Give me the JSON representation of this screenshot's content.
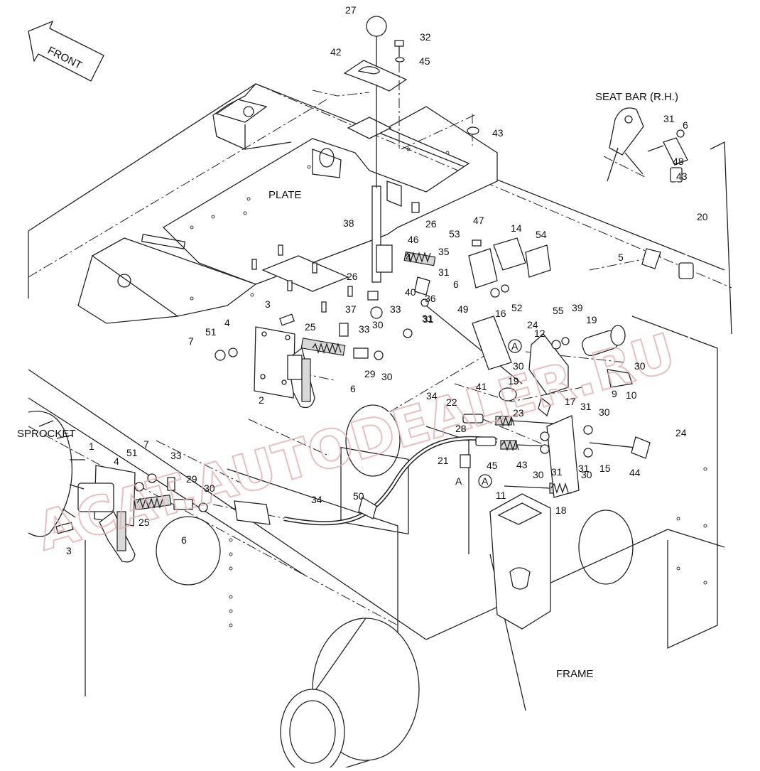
{
  "diagram": {
    "direction_label": "FRONT",
    "watermark": "ACAT.AUTODEALER.RU",
    "region_labels": [
      {
        "id": "plate",
        "text": "PLATE"
      },
      {
        "id": "seat_bar",
        "text": "SEAT BAR (R.H.)"
      },
      {
        "id": "sprocket",
        "text": "SPROCKET"
      },
      {
        "id": "frame",
        "text": "FRAME"
      }
    ],
    "callouts": [
      "27",
      "32",
      "45",
      "42",
      "43",
      "31",
      "6",
      "48",
      "43",
      "20",
      "5",
      "38",
      "26",
      "47",
      "14",
      "54",
      "53",
      "46",
      "35",
      "4",
      "31",
      "6",
      "26",
      "52",
      "16",
      "55",
      "39",
      "19",
      "37",
      "33",
      "40",
      "36",
      "31",
      "49",
      "3",
      "25",
      "33",
      "30",
      "31",
      "24",
      "12",
      "51",
      "4",
      "7",
      "29",
      "30",
      "6",
      "2",
      "19",
      "30",
      "30",
      "9",
      "10",
      "41",
      "34",
      "22",
      "23",
      "17",
      "31",
      "30",
      "28",
      "24",
      "1",
      "51",
      "7",
      "4",
      "33",
      "29",
      "30",
      "21",
      "45",
      "43",
      "30",
      "31",
      "31",
      "30",
      "15",
      "44",
      "A",
      "11",
      "18",
      "34",
      "50",
      "25",
      "6",
      "3",
      "A"
    ],
    "reference_marks": [
      "A",
      "A"
    ]
  }
}
